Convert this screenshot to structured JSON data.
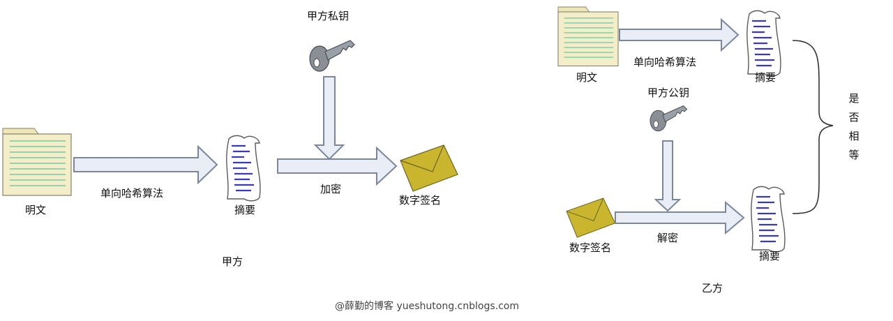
{
  "party_a": {
    "title": "甲方",
    "plaintext": "明文",
    "hash_op": "单向哈希算法",
    "digest": "摘要",
    "key": "甲方私钥",
    "encrypt_op": "加密",
    "signature": "数字签名"
  },
  "party_b": {
    "title": "乙方",
    "plaintext": "明文",
    "hash_op": "单向哈希算法",
    "digest_top": "摘要",
    "key": "甲方公钥",
    "signature": "数字签名",
    "decrypt_op": "解密",
    "digest_bottom": "摘要",
    "compare": [
      "是",
      "否",
      "相",
      "等"
    ]
  },
  "watermark": "@薛勤的博客 yueshutong.cnblogs.com",
  "colors": {
    "arrow_fill": "#e9eef6",
    "arrow_stroke": "#7a8699",
    "folder_fill": "#f4eec8",
    "folder_lines": "#8fd3b0",
    "envelope_fill": "#c9b62e",
    "scroll_lines": "#3a3ab8",
    "key_fill": "#8a8f96"
  }
}
